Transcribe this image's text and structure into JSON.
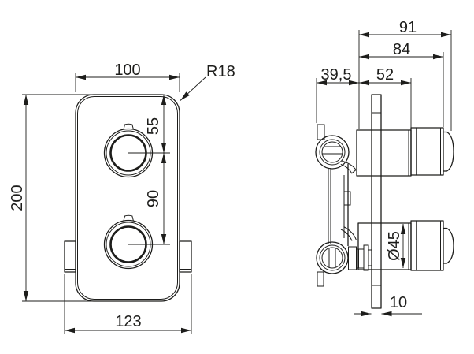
{
  "front_view": {
    "plate_width": "100",
    "corner_radius": "R18",
    "top_knob_offset": "55",
    "knob_spacing": "90",
    "plate_height": "200",
    "body_width": "123"
  },
  "side_view": {
    "overall_depth": "91",
    "handle_face_depth": "84",
    "concealed_depth": "39,5",
    "protrusion": "52",
    "knob_diameter": "Ø45",
    "plate_thickness": "10"
  },
  "colors": {
    "line": "#1d1d1b",
    "background": "#ffffff"
  }
}
